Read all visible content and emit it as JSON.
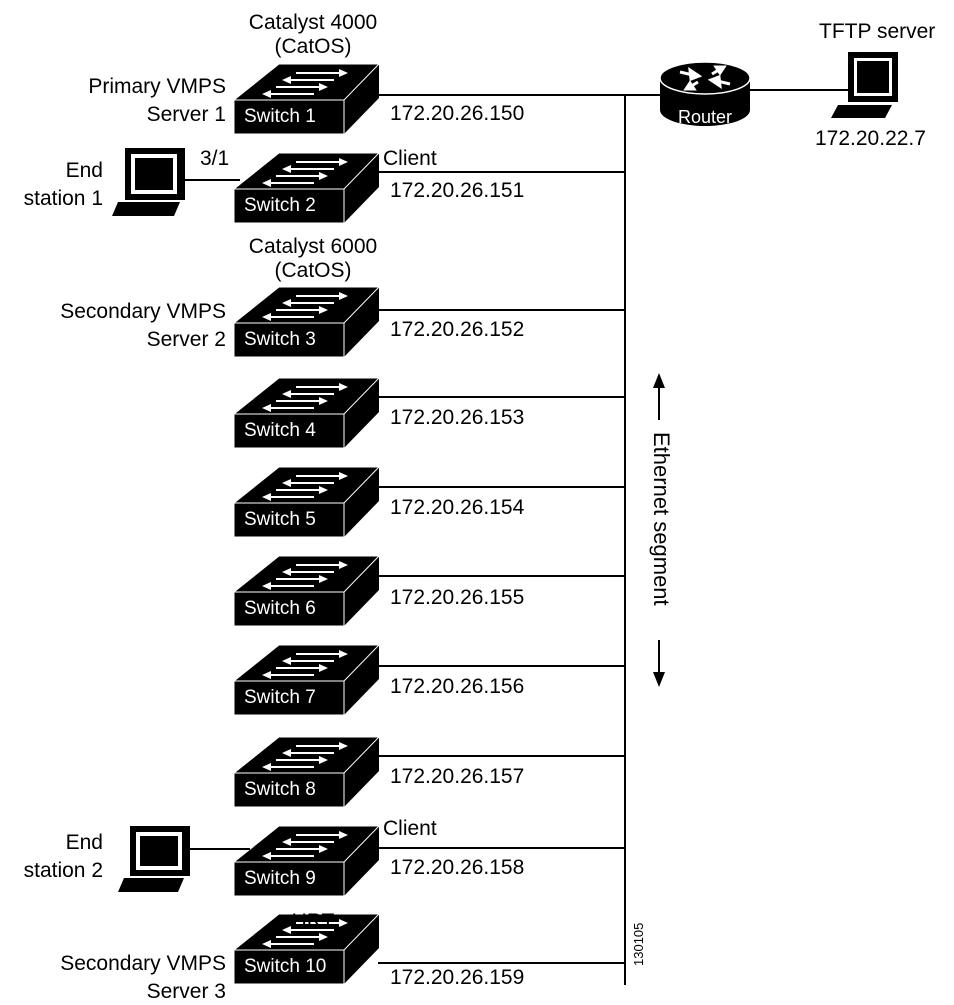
{
  "switches": [
    {
      "name": "Switch 1",
      "ip": "172.20.26.150",
      "top_label": "Catalyst 4000",
      "top_label2": "(CatOS)",
      "left1": "Primary VMPS",
      "left2": "Server 1"
    },
    {
      "name": "Switch 2",
      "ip": "172.20.26.151",
      "client": "Client",
      "port": "3/1"
    },
    {
      "name": "Switch 3",
      "ip": "172.20.26.152",
      "top_label": "Catalyst 6000",
      "top_label2": "(CatOS)",
      "left1": "Secondary VMPS",
      "left2": "Server 2"
    },
    {
      "name": "Switch 4",
      "ip": "172.20.26.153"
    },
    {
      "name": "Switch 5",
      "ip": "172.20.26.154"
    },
    {
      "name": "Switch 6",
      "ip": "172.20.26.155"
    },
    {
      "name": "Switch 7",
      "ip": "172.20.26.156"
    },
    {
      "name": "Switch 8",
      "ip": "172.20.26.157"
    },
    {
      "name": "Switch 9",
      "ip": "172.20.26.158",
      "client": "Client"
    },
    {
      "name": "Switch 10",
      "ip": "172.20.26.159",
      "top_label": "URT",
      "left1": "Secondary VMPS",
      "left2": "Server 3"
    }
  ],
  "end_stations": [
    {
      "line1": "End",
      "line2": "station 1"
    },
    {
      "line1": "End",
      "line2": "station 2"
    }
  ],
  "router": {
    "label": "Router"
  },
  "tftp": {
    "label": "TFTP server",
    "ip": "172.20.22.7"
  },
  "ethernet_label": "Ethernet segment",
  "figure_id": "130105"
}
